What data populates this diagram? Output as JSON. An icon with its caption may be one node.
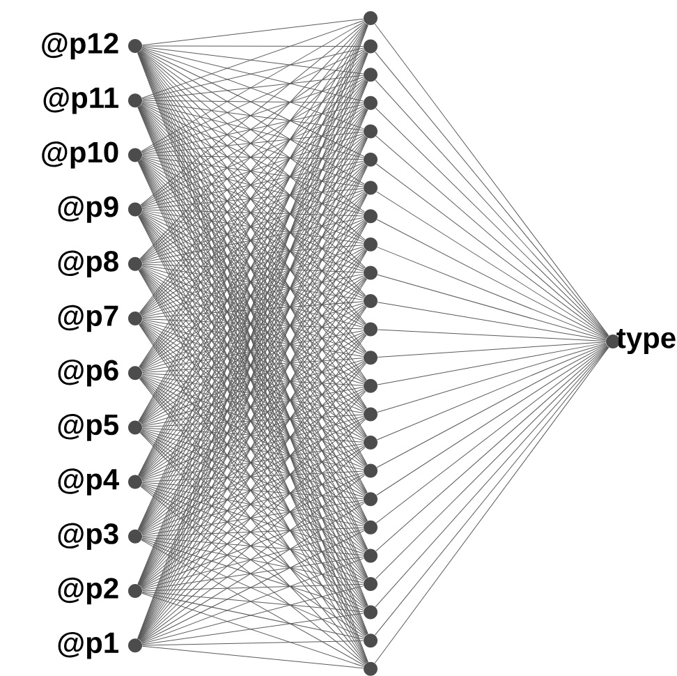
{
  "diagram": {
    "nodes": [
      {
        "text": [
          "@p12"
        ]
      },
      {
        "text": [
          "@p11"
        ]
      },
      {
        "text": [
          "@p10"
        ]
      },
      {
        "text": [
          "@p9"
        ]
      },
      {
        "text": [
          "@p8"
        ]
      },
      {
        "text": [
          "@p7"
        ]
      },
      {
        "text": [
          "@p6"
        ]
      },
      {
        "text": [
          "@p5"
        ]
      },
      {
        "text": [
          "@p4"
        ]
      },
      {
        "text": [
          "@p3"
        ]
      },
      {
        "text": [
          "@p2"
        ]
      },
      {
        "text": [
          "@p1"
        ]
      },
      {
        "text": [],
        "shape": "circle"
      },
      {
        "text": [],
        "shape": "circle"
      },
      {
        "text": [],
        "shape": "circle"
      },
      {
        "text": [],
        "shape": "circle"
      },
      {
        "text": [],
        "shape": "circle"
      },
      {
        "text": [],
        "shape": "circle"
      },
      {
        "text": [],
        "shape": "circle"
      },
      {
        "text": [],
        "shape": "circle"
      },
      {
        "text": [],
        "shape": "circle"
      },
      {
        "text": [],
        "shape": "circle"
      },
      {
        "text": [],
        "shape": "circle"
      },
      {
        "text": [],
        "shape": "circle"
      },
      {
        "text": [],
        "shape": "circle"
      },
      {
        "text": [],
        "shape": "circle"
      },
      {
        "text": [],
        "shape": "circle"
      },
      {
        "text": [],
        "shape": "circle"
      },
      {
        "text": [],
        "shape": "circle"
      },
      {
        "text": [],
        "shape": "circle"
      },
      {
        "text": [],
        "shape": "circle"
      },
      {
        "text": [],
        "shape": "circle"
      },
      {
        "text": [],
        "shape": "circle"
      },
      {
        "text": [],
        "shape": "circle"
      },
      {
        "text": [],
        "shape": "circle"
      },
      {
        "text": [],
        "shape": "circle"
      },
      {
        "text": [
          "type"
        ]
      }
    ],
    "edges": [
      {
        "from": 0,
        "to": 12,
        "arrow": "none"
      },
      {
        "from": 0,
        "to": 13,
        "arrow": "none"
      },
      {
        "from": 0,
        "to": 14,
        "arrow": "none"
      },
      {
        "from": 0,
        "to": 15,
        "arrow": "none"
      },
      {
        "from": 0,
        "to": 16,
        "arrow": "none"
      },
      {
        "from": 0,
        "to": 17,
        "arrow": "none"
      },
      {
        "from": 0,
        "to": 18,
        "arrow": "none"
      },
      {
        "from": 0,
        "to": 19,
        "arrow": "none"
      },
      {
        "from": 0,
        "to": 20,
        "arrow": "none"
      },
      {
        "from": 0,
        "to": 21,
        "arrow": "none"
      },
      {
        "from": 0,
        "to": 22,
        "arrow": "none"
      },
      {
        "from": 0,
        "to": 23,
        "arrow": "none"
      },
      {
        "from": 0,
        "to": 24,
        "arrow": "none"
      },
      {
        "from": 0,
        "to": 25,
        "arrow": "none"
      },
      {
        "from": 0,
        "to": 26,
        "arrow": "none"
      },
      {
        "from": 0,
        "to": 27,
        "arrow": "none"
      },
      {
        "from": 0,
        "to": 28,
        "arrow": "none"
      },
      {
        "from": 0,
        "to": 29,
        "arrow": "none"
      },
      {
        "from": 0,
        "to": 30,
        "arrow": "none"
      },
      {
        "from": 0,
        "to": 31,
        "arrow": "none"
      },
      {
        "from": 0,
        "to": 32,
        "arrow": "none"
      },
      {
        "from": 0,
        "to": 33,
        "arrow": "none"
      },
      {
        "from": 0,
        "to": 34,
        "arrow": "none"
      },
      {
        "from": 0,
        "to": 35,
        "arrow": "none"
      },
      {
        "from": 1,
        "to": 12,
        "arrow": "none"
      },
      {
        "from": 1,
        "to": 13,
        "arrow": "none"
      },
      {
        "from": 1,
        "to": 14,
        "arrow": "none"
      },
      {
        "from": 1,
        "to": 15,
        "arrow": "none"
      },
      {
        "from": 1,
        "to": 16,
        "arrow": "none"
      },
      {
        "from": 1,
        "to": 17,
        "arrow": "none"
      },
      {
        "from": 1,
        "to": 18,
        "arrow": "none"
      },
      {
        "from": 1,
        "to": 19,
        "arrow": "none"
      },
      {
        "from": 1,
        "to": 20,
        "arrow": "none"
      },
      {
        "from": 1,
        "to": 21,
        "arrow": "none"
      },
      {
        "from": 1,
        "to": 22,
        "arrow": "none"
      },
      {
        "from": 1,
        "to": 23,
        "arrow": "none"
      },
      {
        "from": 1,
        "to": 24,
        "arrow": "none"
      },
      {
        "from": 1,
        "to": 25,
        "arrow": "none"
      },
      {
        "from": 1,
        "to": 26,
        "arrow": "none"
      },
      {
        "from": 1,
        "to": 27,
        "arrow": "none"
      },
      {
        "from": 1,
        "to": 28,
        "arrow": "none"
      },
      {
        "from": 1,
        "to": 29,
        "arrow": "none"
      },
      {
        "from": 1,
        "to": 30,
        "arrow": "none"
      },
      {
        "from": 1,
        "to": 31,
        "arrow": "none"
      },
      {
        "from": 1,
        "to": 32,
        "arrow": "none"
      },
      {
        "from": 1,
        "to": 33,
        "arrow": "none"
      },
      {
        "from": 1,
        "to": 34,
        "arrow": "none"
      },
      {
        "from": 1,
        "to": 35,
        "arrow": "none"
      },
      {
        "from": 2,
        "to": 12,
        "arrow": "none"
      },
      {
        "from": 2,
        "to": 13,
        "arrow": "none"
      },
      {
        "from": 2,
        "to": 14,
        "arrow": "none"
      },
      {
        "from": 2,
        "to": 15,
        "arrow": "none"
      },
      {
        "from": 2,
        "to": 16,
        "arrow": "none"
      },
      {
        "from": 2,
        "to": 17,
        "arrow": "none"
      },
      {
        "from": 2,
        "to": 18,
        "arrow": "none"
      },
      {
        "from": 2,
        "to": 19,
        "arrow": "none"
      },
      {
        "from": 2,
        "to": 20,
        "arrow": "none"
      },
      {
        "from": 2,
        "to": 21,
        "arrow": "none"
      },
      {
        "from": 2,
        "to": 22,
        "arrow": "none"
      },
      {
        "from": 2,
        "to": 23,
        "arrow": "none"
      },
      {
        "from": 2,
        "to": 24,
        "arrow": "none"
      },
      {
        "from": 2,
        "to": 25,
        "arrow": "none"
      },
      {
        "from": 2,
        "to": 26,
        "arrow": "none"
      },
      {
        "from": 2,
        "to": 27,
        "arrow": "none"
      },
      {
        "from": 2,
        "to": 28,
        "arrow": "none"
      },
      {
        "from": 2,
        "to": 29,
        "arrow": "none"
      },
      {
        "from": 2,
        "to": 30,
        "arrow": "none"
      },
      {
        "from": 2,
        "to": 31,
        "arrow": "none"
      },
      {
        "from": 2,
        "to": 32,
        "arrow": "none"
      },
      {
        "from": 2,
        "to": 33,
        "arrow": "none"
      },
      {
        "from": 2,
        "to": 34,
        "arrow": "none"
      },
      {
        "from": 2,
        "to": 35,
        "arrow": "none"
      },
      {
        "from": 3,
        "to": 12,
        "arrow": "none"
      },
      {
        "from": 3,
        "to": 13,
        "arrow": "none"
      },
      {
        "from": 3,
        "to": 14,
        "arrow": "none"
      },
      {
        "from": 3,
        "to": 15,
        "arrow": "none"
      },
      {
        "from": 3,
        "to": 16,
        "arrow": "none"
      },
      {
        "from": 3,
        "to": 17,
        "arrow": "none"
      },
      {
        "from": 3,
        "to": 18,
        "arrow": "none"
      },
      {
        "from": 3,
        "to": 19,
        "arrow": "none"
      },
      {
        "from": 3,
        "to": 20,
        "arrow": "none"
      },
      {
        "from": 3,
        "to": 21,
        "arrow": "none"
      },
      {
        "from": 3,
        "to": 22,
        "arrow": "none"
      },
      {
        "from": 3,
        "to": 23,
        "arrow": "none"
      },
      {
        "from": 3,
        "to": 24,
        "arrow": "none"
      },
      {
        "from": 3,
        "to": 25,
        "arrow": "none"
      },
      {
        "from": 3,
        "to": 26,
        "arrow": "none"
      },
      {
        "from": 3,
        "to": 27,
        "arrow": "none"
      },
      {
        "from": 3,
        "to": 28,
        "arrow": "none"
      },
      {
        "from": 3,
        "to": 29,
        "arrow": "none"
      },
      {
        "from": 3,
        "to": 30,
        "arrow": "none"
      },
      {
        "from": 3,
        "to": 31,
        "arrow": "none"
      },
      {
        "from": 3,
        "to": 32,
        "arrow": "none"
      },
      {
        "from": 3,
        "to": 33,
        "arrow": "none"
      },
      {
        "from": 3,
        "to": 34,
        "arrow": "none"
      },
      {
        "from": 3,
        "to": 35,
        "arrow": "none"
      },
      {
        "from": 4,
        "to": 12,
        "arrow": "none"
      },
      {
        "from": 4,
        "to": 13,
        "arrow": "none"
      },
      {
        "from": 4,
        "to": 14,
        "arrow": "none"
      },
      {
        "from": 4,
        "to": 15,
        "arrow": "none"
      },
      {
        "from": 4,
        "to": 16,
        "arrow": "none"
      },
      {
        "from": 4,
        "to": 17,
        "arrow": "none"
      },
      {
        "from": 4,
        "to": 18,
        "arrow": "none"
      },
      {
        "from": 4,
        "to": 19,
        "arrow": "none"
      },
      {
        "from": 4,
        "to": 20,
        "arrow": "none"
      },
      {
        "from": 4,
        "to": 21,
        "arrow": "none"
      },
      {
        "from": 4,
        "to": 22,
        "arrow": "none"
      },
      {
        "from": 4,
        "to": 23,
        "arrow": "none"
      },
      {
        "from": 4,
        "to": 24,
        "arrow": "none"
      },
      {
        "from": 4,
        "to": 25,
        "arrow": "none"
      },
      {
        "from": 4,
        "to": 26,
        "arrow": "none"
      },
      {
        "from": 4,
        "to": 27,
        "arrow": "none"
      },
      {
        "from": 4,
        "to": 28,
        "arrow": "none"
      },
      {
        "from": 4,
        "to": 29,
        "arrow": "none"
      },
      {
        "from": 4,
        "to": 30,
        "arrow": "none"
      },
      {
        "from": 4,
        "to": 31,
        "arrow": "none"
      },
      {
        "from": 4,
        "to": 32,
        "arrow": "none"
      },
      {
        "from": 4,
        "to": 33,
        "arrow": "none"
      },
      {
        "from": 4,
        "to": 34,
        "arrow": "none"
      },
      {
        "from": 4,
        "to": 35,
        "arrow": "none"
      },
      {
        "from": 5,
        "to": 12,
        "arrow": "none"
      },
      {
        "from": 5,
        "to": 13,
        "arrow": "none"
      },
      {
        "from": 5,
        "to": 14,
        "arrow": "none"
      },
      {
        "from": 5,
        "to": 15,
        "arrow": "none"
      },
      {
        "from": 5,
        "to": 16,
        "arrow": "none"
      },
      {
        "from": 5,
        "to": 17,
        "arrow": "none"
      },
      {
        "from": 5,
        "to": 18,
        "arrow": "none"
      },
      {
        "from": 5,
        "to": 19,
        "arrow": "none"
      },
      {
        "from": 5,
        "to": 20,
        "arrow": "none"
      },
      {
        "from": 5,
        "to": 21,
        "arrow": "none"
      },
      {
        "from": 5,
        "to": 22,
        "arrow": "none"
      },
      {
        "from": 5,
        "to": 23,
        "arrow": "none"
      },
      {
        "from": 5,
        "to": 24,
        "arrow": "none"
      },
      {
        "from": 5,
        "to": 25,
        "arrow": "none"
      },
      {
        "from": 5,
        "to": 26,
        "arrow": "none"
      },
      {
        "from": 5,
        "to": 27,
        "arrow": "none"
      },
      {
        "from": 5,
        "to": 28,
        "arrow": "none"
      },
      {
        "from": 5,
        "to": 29,
        "arrow": "none"
      },
      {
        "from": 5,
        "to": 30,
        "arrow": "none"
      },
      {
        "from": 5,
        "to": 31,
        "arrow": "none"
      },
      {
        "from": 5,
        "to": 32,
        "arrow": "none"
      },
      {
        "from": 5,
        "to": 33,
        "arrow": "none"
      },
      {
        "from": 5,
        "to": 34,
        "arrow": "none"
      },
      {
        "from": 5,
        "to": 35,
        "arrow": "none"
      },
      {
        "from": 6,
        "to": 12,
        "arrow": "none"
      },
      {
        "from": 6,
        "to": 13,
        "arrow": "none"
      },
      {
        "from": 6,
        "to": 14,
        "arrow": "none"
      },
      {
        "from": 6,
        "to": 15,
        "arrow": "none"
      },
      {
        "from": 6,
        "to": 16,
        "arrow": "none"
      },
      {
        "from": 6,
        "to": 17,
        "arrow": "none"
      },
      {
        "from": 6,
        "to": 18,
        "arrow": "none"
      },
      {
        "from": 6,
        "to": 19,
        "arrow": "none"
      },
      {
        "from": 6,
        "to": 20,
        "arrow": "none"
      },
      {
        "from": 6,
        "to": 21,
        "arrow": "none"
      },
      {
        "from": 6,
        "to": 22,
        "arrow": "none"
      },
      {
        "from": 6,
        "to": 23,
        "arrow": "none"
      },
      {
        "from": 6,
        "to": 24,
        "arrow": "none"
      },
      {
        "from": 6,
        "to": 25,
        "arrow": "none"
      },
      {
        "from": 6,
        "to": 26,
        "arrow": "none"
      },
      {
        "from": 6,
        "to": 27,
        "arrow": "none"
      },
      {
        "from": 6,
        "to": 28,
        "arrow": "none"
      },
      {
        "from": 6,
        "to": 29,
        "arrow": "none"
      },
      {
        "from": 6,
        "to": 30,
        "arrow": "none"
      },
      {
        "from": 6,
        "to": 31,
        "arrow": "none"
      },
      {
        "from": 6,
        "to": 32,
        "arrow": "none"
      },
      {
        "from": 6,
        "to": 33,
        "arrow": "none"
      },
      {
        "from": 6,
        "to": 34,
        "arrow": "none"
      },
      {
        "from": 6,
        "to": 35,
        "arrow": "none"
      },
      {
        "from": 7,
        "to": 12,
        "arrow": "none"
      },
      {
        "from": 7,
        "to": 13,
        "arrow": "none"
      },
      {
        "from": 7,
        "to": 14,
        "arrow": "none"
      },
      {
        "from": 7,
        "to": 15,
        "arrow": "none"
      },
      {
        "from": 7,
        "to": 16,
        "arrow": "none"
      },
      {
        "from": 7,
        "to": 17,
        "arrow": "none"
      },
      {
        "from": 7,
        "to": 18,
        "arrow": "none"
      },
      {
        "from": 7,
        "to": 19,
        "arrow": "none"
      },
      {
        "from": 7,
        "to": 20,
        "arrow": "none"
      },
      {
        "from": 7,
        "to": 21,
        "arrow": "none"
      },
      {
        "from": 7,
        "to": 22,
        "arrow": "none"
      },
      {
        "from": 7,
        "to": 23,
        "arrow": "none"
      },
      {
        "from": 7,
        "to": 24,
        "arrow": "none"
      },
      {
        "from": 7,
        "to": 25,
        "arrow": "none"
      },
      {
        "from": 7,
        "to": 26,
        "arrow": "none"
      },
      {
        "from": 7,
        "to": 27,
        "arrow": "none"
      },
      {
        "from": 7,
        "to": 28,
        "arrow": "none"
      },
      {
        "from": 7,
        "to": 29,
        "arrow": "none"
      },
      {
        "from": 7,
        "to": 30,
        "arrow": "none"
      },
      {
        "from": 7,
        "to": 31,
        "arrow": "none"
      },
      {
        "from": 7,
        "to": 32,
        "arrow": "none"
      },
      {
        "from": 7,
        "to": 33,
        "arrow": "none"
      },
      {
        "from": 7,
        "to": 34,
        "arrow": "none"
      },
      {
        "from": 7,
        "to": 35,
        "arrow": "none"
      },
      {
        "from": 8,
        "to": 12,
        "arrow": "none"
      },
      {
        "from": 8,
        "to": 13,
        "arrow": "none"
      },
      {
        "from": 8,
        "to": 14,
        "arrow": "none"
      },
      {
        "from": 8,
        "to": 15,
        "arrow": "none"
      },
      {
        "from": 8,
        "to": 16,
        "arrow": "none"
      },
      {
        "from": 8,
        "to": 17,
        "arrow": "none"
      },
      {
        "from": 8,
        "to": 18,
        "arrow": "none"
      },
      {
        "from": 8,
        "to": 19,
        "arrow": "none"
      },
      {
        "from": 8,
        "to": 20,
        "arrow": "none"
      },
      {
        "from": 8,
        "to": 21,
        "arrow": "none"
      },
      {
        "from": 8,
        "to": 22,
        "arrow": "none"
      },
      {
        "from": 8,
        "to": 23,
        "arrow": "none"
      },
      {
        "from": 8,
        "to": 24,
        "arrow": "none"
      },
      {
        "from": 8,
        "to": 25,
        "arrow": "none"
      },
      {
        "from": 8,
        "to": 26,
        "arrow": "none"
      },
      {
        "from": 8,
        "to": 27,
        "arrow": "none"
      },
      {
        "from": 8,
        "to": 28,
        "arrow": "none"
      },
      {
        "from": 8,
        "to": 29,
        "arrow": "none"
      },
      {
        "from": 8,
        "to": 30,
        "arrow": "none"
      },
      {
        "from": 8,
        "to": 31,
        "arrow": "none"
      },
      {
        "from": 8,
        "to": 32,
        "arrow": "none"
      },
      {
        "from": 8,
        "to": 33,
        "arrow": "none"
      },
      {
        "from": 8,
        "to": 34,
        "arrow": "none"
      },
      {
        "from": 8,
        "to": 35,
        "arrow": "none"
      },
      {
        "from": 9,
        "to": 12,
        "arrow": "none"
      },
      {
        "from": 9,
        "to": 13,
        "arrow": "none"
      },
      {
        "from": 9,
        "to": 14,
        "arrow": "none"
      },
      {
        "from": 9,
        "to": 15,
        "arrow": "none"
      },
      {
        "from": 9,
        "to": 16,
        "arrow": "none"
      },
      {
        "from": 9,
        "to": 17,
        "arrow": "none"
      },
      {
        "from": 9,
        "to": 18,
        "arrow": "none"
      },
      {
        "from": 9,
        "to": 19,
        "arrow": "none"
      },
      {
        "from": 9,
        "to": 20,
        "arrow": "none"
      },
      {
        "from": 9,
        "to": 21,
        "arrow": "none"
      },
      {
        "from": 9,
        "to": 22,
        "arrow": "none"
      },
      {
        "from": 9,
        "to": 23,
        "arrow": "none"
      },
      {
        "from": 9,
        "to": 24,
        "arrow": "none"
      },
      {
        "from": 9,
        "to": 25,
        "arrow": "none"
      },
      {
        "from": 9,
        "to": 26,
        "arrow": "none"
      },
      {
        "from": 9,
        "to": 27,
        "arrow": "none"
      },
      {
        "from": 9,
        "to": 28,
        "arrow": "none"
      },
      {
        "from": 9,
        "to": 29,
        "arrow": "none"
      },
      {
        "from": 9,
        "to": 30,
        "arrow": "none"
      },
      {
        "from": 9,
        "to": 31,
        "arrow": "none"
      },
      {
        "from": 9,
        "to": 32,
        "arrow": "none"
      },
      {
        "from": 9,
        "to": 33,
        "arrow": "none"
      },
      {
        "from": 9,
        "to": 34,
        "arrow": "none"
      },
      {
        "from": 9,
        "to": 35,
        "arrow": "none"
      },
      {
        "from": 10,
        "to": 12,
        "arrow": "none"
      },
      {
        "from": 10,
        "to": 13,
        "arrow": "none"
      },
      {
        "from": 10,
        "to": 14,
        "arrow": "none"
      },
      {
        "from": 10,
        "to": 15,
        "arrow": "none"
      },
      {
        "from": 10,
        "to": 16,
        "arrow": "none"
      },
      {
        "from": 10,
        "to": 17,
        "arrow": "none"
      },
      {
        "from": 10,
        "to": 18,
        "arrow": "none"
      },
      {
        "from": 10,
        "to": 19,
        "arrow": "none"
      },
      {
        "from": 10,
        "to": 20,
        "arrow": "none"
      },
      {
        "from": 10,
        "to": 21,
        "arrow": "none"
      },
      {
        "from": 10,
        "to": 22,
        "arrow": "none"
      },
      {
        "from": 10,
        "to": 23,
        "arrow": "none"
      },
      {
        "from": 10,
        "to": 24,
        "arrow": "none"
      },
      {
        "from": 10,
        "to": 25,
        "arrow": "none"
      },
      {
        "from": 10,
        "to": 26,
        "arrow": "none"
      },
      {
        "from": 10,
        "to": 27,
        "arrow": "none"
      },
      {
        "from": 10,
        "to": 28,
        "arrow": "none"
      },
      {
        "from": 10,
        "to": 29,
        "arrow": "none"
      },
      {
        "from": 10,
        "to": 30,
        "arrow": "none"
      },
      {
        "from": 10,
        "to": 31,
        "arrow": "none"
      },
      {
        "from": 10,
        "to": 32,
        "arrow": "none"
      },
      {
        "from": 10,
        "to": 33,
        "arrow": "none"
      },
      {
        "from": 10,
        "to": 34,
        "arrow": "none"
      },
      {
        "from": 10,
        "to": 35,
        "arrow": "none"
      },
      {
        "from": 11,
        "to": 12,
        "arrow": "none"
      },
      {
        "from": 11,
        "to": 13,
        "arrow": "none"
      },
      {
        "from": 11,
        "to": 14,
        "arrow": "none"
      },
      {
        "from": 11,
        "to": 15,
        "arrow": "none"
      },
      {
        "from": 11,
        "to": 16,
        "arrow": "none"
      },
      {
        "from": 11,
        "to": 17,
        "arrow": "none"
      },
      {
        "from": 11,
        "to": 18,
        "arrow": "none"
      },
      {
        "from": 11,
        "to": 19,
        "arrow": "none"
      },
      {
        "from": 11,
        "to": 20,
        "arrow": "none"
      },
      {
        "from": 11,
        "to": 21,
        "arrow": "none"
      },
      {
        "from": 11,
        "to": 22,
        "arrow": "none"
      },
      {
        "from": 11,
        "to": 23,
        "arrow": "none"
      },
      {
        "from": 11,
        "to": 24,
        "arrow": "none"
      },
      {
        "from": 11,
        "to": 25,
        "arrow": "none"
      },
      {
        "from": 11,
        "to": 26,
        "arrow": "none"
      },
      {
        "from": 11,
        "to": 27,
        "arrow": "none"
      },
      {
        "from": 11,
        "to": 28,
        "arrow": "none"
      },
      {
        "from": 11,
        "to": 29,
        "arrow": "none"
      },
      {
        "from": 11,
        "to": 30,
        "arrow": "none"
      },
      {
        "from": 11,
        "to": 31,
        "arrow": "none"
      },
      {
        "from": 11,
        "to": 32,
        "arrow": "none"
      },
      {
        "from": 11,
        "to": 33,
        "arrow": "none"
      },
      {
        "from": 11,
        "to": 34,
        "arrow": "none"
      },
      {
        "from": 11,
        "to": 35,
        "arrow": "none"
      },
      {
        "from": 12,
        "to": 36,
        "arrow": "none"
      },
      {
        "from": 13,
        "to": 36,
        "arrow": "none"
      },
      {
        "from": 14,
        "to": 36,
        "arrow": "none"
      },
      {
        "from": 15,
        "to": 36,
        "arrow": "none"
      },
      {
        "from": 16,
        "to": 36,
        "arrow": "none"
      },
      {
        "from": 17,
        "to": 36,
        "arrow": "none"
      },
      {
        "from": 18,
        "to": 36,
        "arrow": "none"
      },
      {
        "from": 19,
        "to": 36,
        "arrow": "none"
      },
      {
        "from": 20,
        "to": 36,
        "arrow": "none"
      },
      {
        "from": 21,
        "to": 36,
        "arrow": "none"
      },
      {
        "from": 22,
        "to": 36,
        "arrow": "none"
      },
      {
        "from": 23,
        "to": 36,
        "arrow": "none"
      },
      {
        "from": 24,
        "to": 36,
        "arrow": "none"
      },
      {
        "from": 25,
        "to": 36,
        "arrow": "none"
      },
      {
        "from": 26,
        "to": 36,
        "arrow": "none"
      },
      {
        "from": 27,
        "to": 36,
        "arrow": "none"
      },
      {
        "from": 28,
        "to": 36,
        "arrow": "none"
      },
      {
        "from": 29,
        "to": 36,
        "arrow": "none"
      },
      {
        "from": 30,
        "to": 36,
        "arrow": "none"
      },
      {
        "from": 31,
        "to": 36,
        "arrow": "none"
      },
      {
        "from": 32,
        "to": 36,
        "arrow": "none"
      },
      {
        "from": 33,
        "to": 36,
        "arrow": "none"
      },
      {
        "from": 34,
        "to": 36,
        "arrow": "none"
      },
      {
        "from": 35,
        "to": 36,
        "arrow": "none"
      }
    ]
  }
}
